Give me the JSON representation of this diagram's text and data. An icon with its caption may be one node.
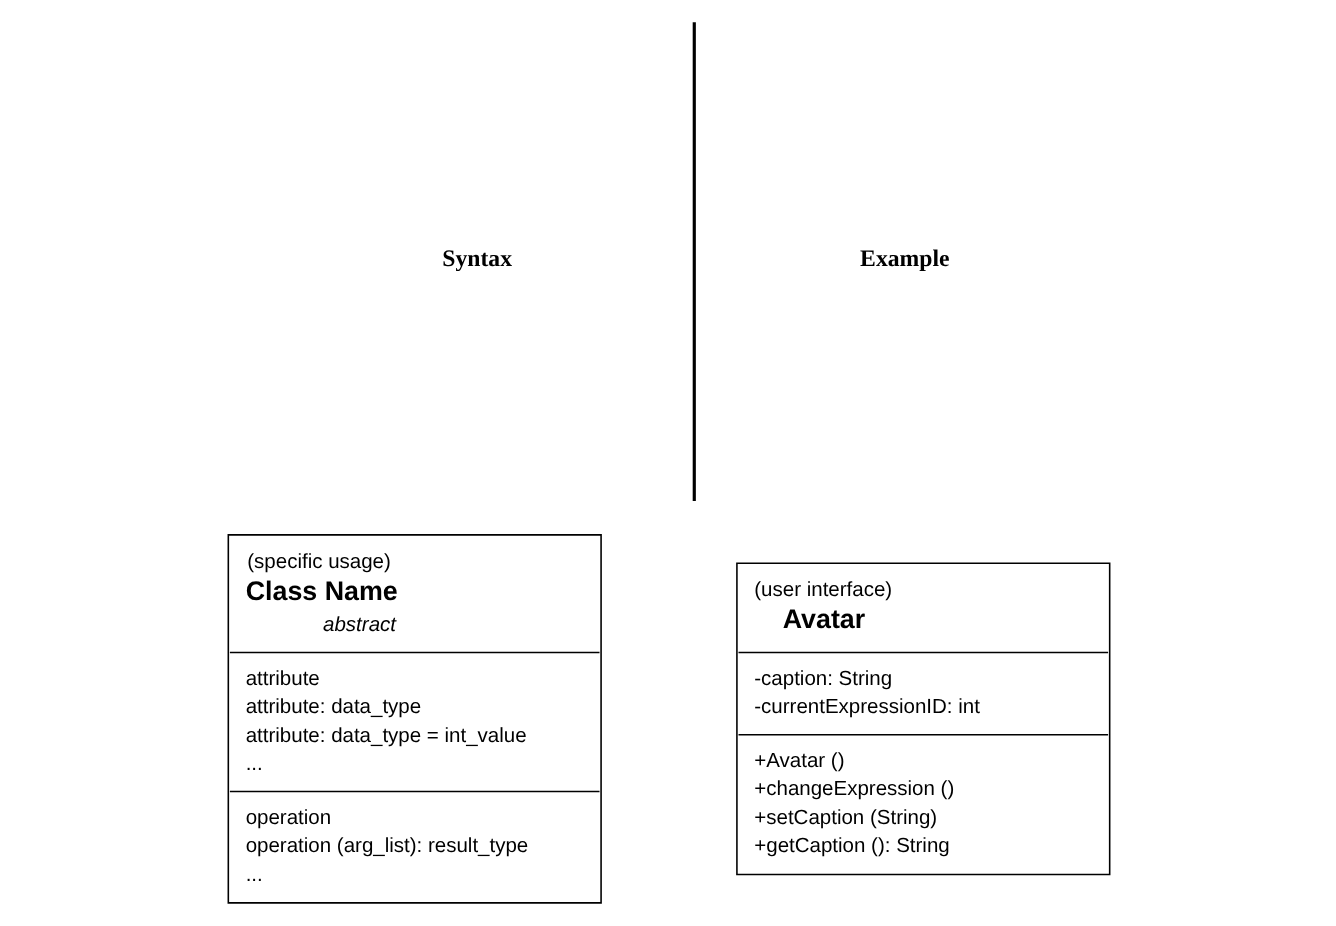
{
  "diagram": {
    "nodes": [
      {
        "text": [
          "(specific usage)",
          "Class Name",
          "abstract",
          "attribute",
          "attribute: data_type",
          "attribute: data_type = int_value",
          "...",
          "operation",
          "operation (arg_list): result_type",
          "..."
        ]
      },
      {
        "text": [
          "(user interface)",
          "Avatar",
          "-caption: String",
          "-currentExpressionID: int",
          "+Avatar ()",
          "+changeExpression ()",
          "+setCaption (String)",
          "+getCaption (): String"
        ]
      }
    ],
    "labels": [
      "Syntax",
      "Example"
    ]
  }
}
